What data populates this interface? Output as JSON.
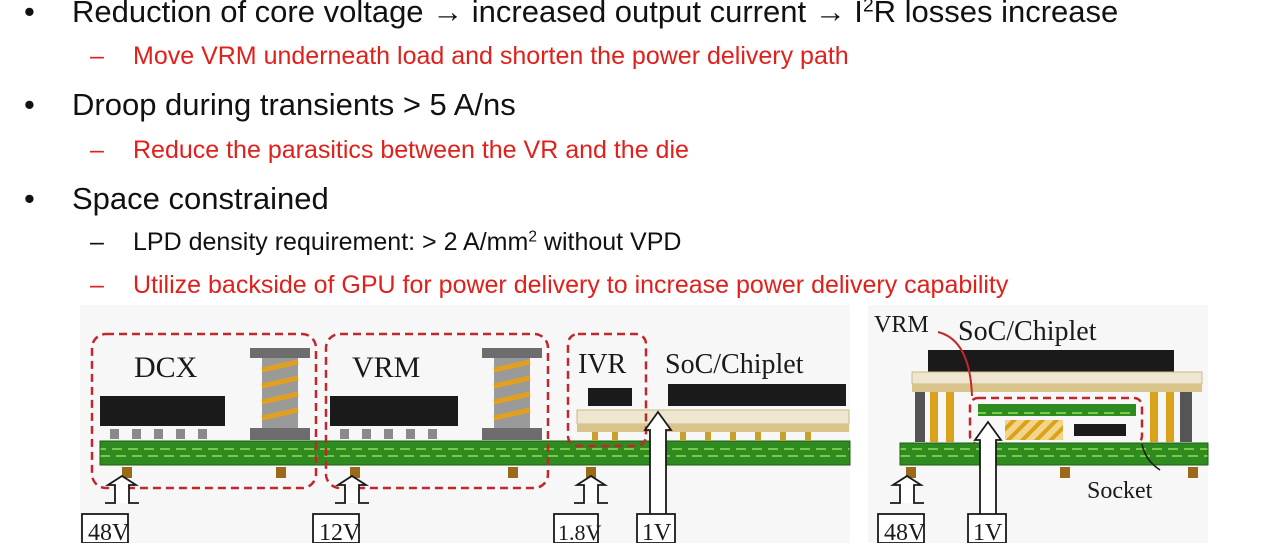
{
  "bullets": [
    {
      "parts": [
        "Reduction of core voltage → increased output current → I",
        "2",
        "R losses increase"
      ],
      "subs": [
        {
          "color": "red",
          "parts": [
            "Move VRM underneath load and shorten the power delivery path"
          ]
        }
      ]
    },
    {
      "parts": [
        "Droop during transients > 5 A/ns"
      ],
      "subs": [
        {
          "color": "red",
          "parts": [
            "Reduce the parasitics between the VR and the die"
          ]
        }
      ]
    },
    {
      "parts": [
        "Space constrained"
      ],
      "subs": [
        {
          "color": "black",
          "parts": [
            "LPD density requirement: > 2 A/mm",
            "2",
            " without VPD"
          ]
        },
        {
          "color": "red",
          "parts": [
            "Utilize backside of GPU for power delivery to increase power delivery capability"
          ]
        }
      ]
    }
  ],
  "bullet_glyph": "•",
  "dash_glyph": "–",
  "diagram_left": {
    "labels": {
      "dcx": "DCX",
      "vrm": "VRM",
      "ivr": "IVR",
      "soc": "SoC/Chiplet"
    },
    "voltages": [
      "48V",
      "12V",
      "1.8V",
      "1V"
    ]
  },
  "diagram_right": {
    "labels": {
      "vrm": "VRM",
      "soc": "SoC/Chiplet",
      "socket": "Socket"
    },
    "voltages": [
      "48V",
      "1V"
    ]
  },
  "colors": {
    "accent_red": "#e0201b",
    "pcb_green": "#2e8b1f",
    "inductor_gold": "#e0a020",
    "chip_black": "#1a1a1a",
    "dash_red": "#c0282d"
  }
}
